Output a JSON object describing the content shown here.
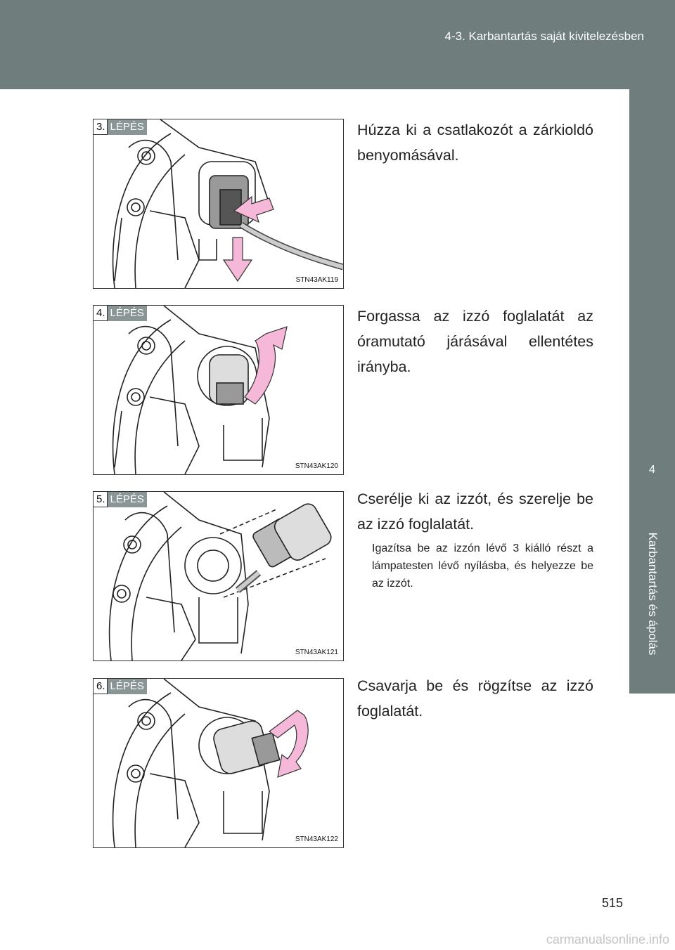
{
  "header": {
    "title": "4-3. Karbantartás saját kivitelezésben"
  },
  "side_tab": {
    "number": "4",
    "label": "Karbantartás és ápolás"
  },
  "steps": [
    {
      "number": "3.",
      "word": "LÉPÉS",
      "code": "STN43AK119",
      "instruction": "Húzza ki a csatlakozót a zárkiol­dó benyomásával.",
      "note": "",
      "icons": [
        "headlamp-illustration",
        "push-arrow-icon",
        "pull-down-arrow-icon"
      ]
    },
    {
      "number": "4.",
      "word": "LÉPÉS",
      "code": "STN43AK120",
      "instruction": "Forgassa az izzó foglalatát az óramutató járásával ellentétes irányba.",
      "note": "",
      "icons": [
        "headlamp-illustration",
        "rotate-counterclockwise-arrow-icon"
      ]
    },
    {
      "number": "5.",
      "word": "LÉPÉS",
      "code": "STN43AK121",
      "instruction": "Cserélje ki az izzót, és szerelje be az izzó foglalatát.",
      "note": "Igazítsa be az izzón lévő 3 kiálló részt a lámpatesten lévő nyílás­ba, és helyezze be az izzót.",
      "icons": [
        "headlamp-illustration",
        "bulb-icon"
      ]
    },
    {
      "number": "6.",
      "word": "LÉPÉS",
      "code": "STN43AK122",
      "instruction": "Csavarja be és rögzítse az izzó foglalatát.",
      "note": "",
      "icons": [
        "headlamp-illustration",
        "rotate-clockwise-arrow-icon"
      ]
    }
  ],
  "page_number": "515",
  "watermark": "carmanualsonline.info",
  "colors": {
    "header": "#6f7d7d",
    "badge": "#8a9595",
    "arrow": "#f5b8d8"
  }
}
